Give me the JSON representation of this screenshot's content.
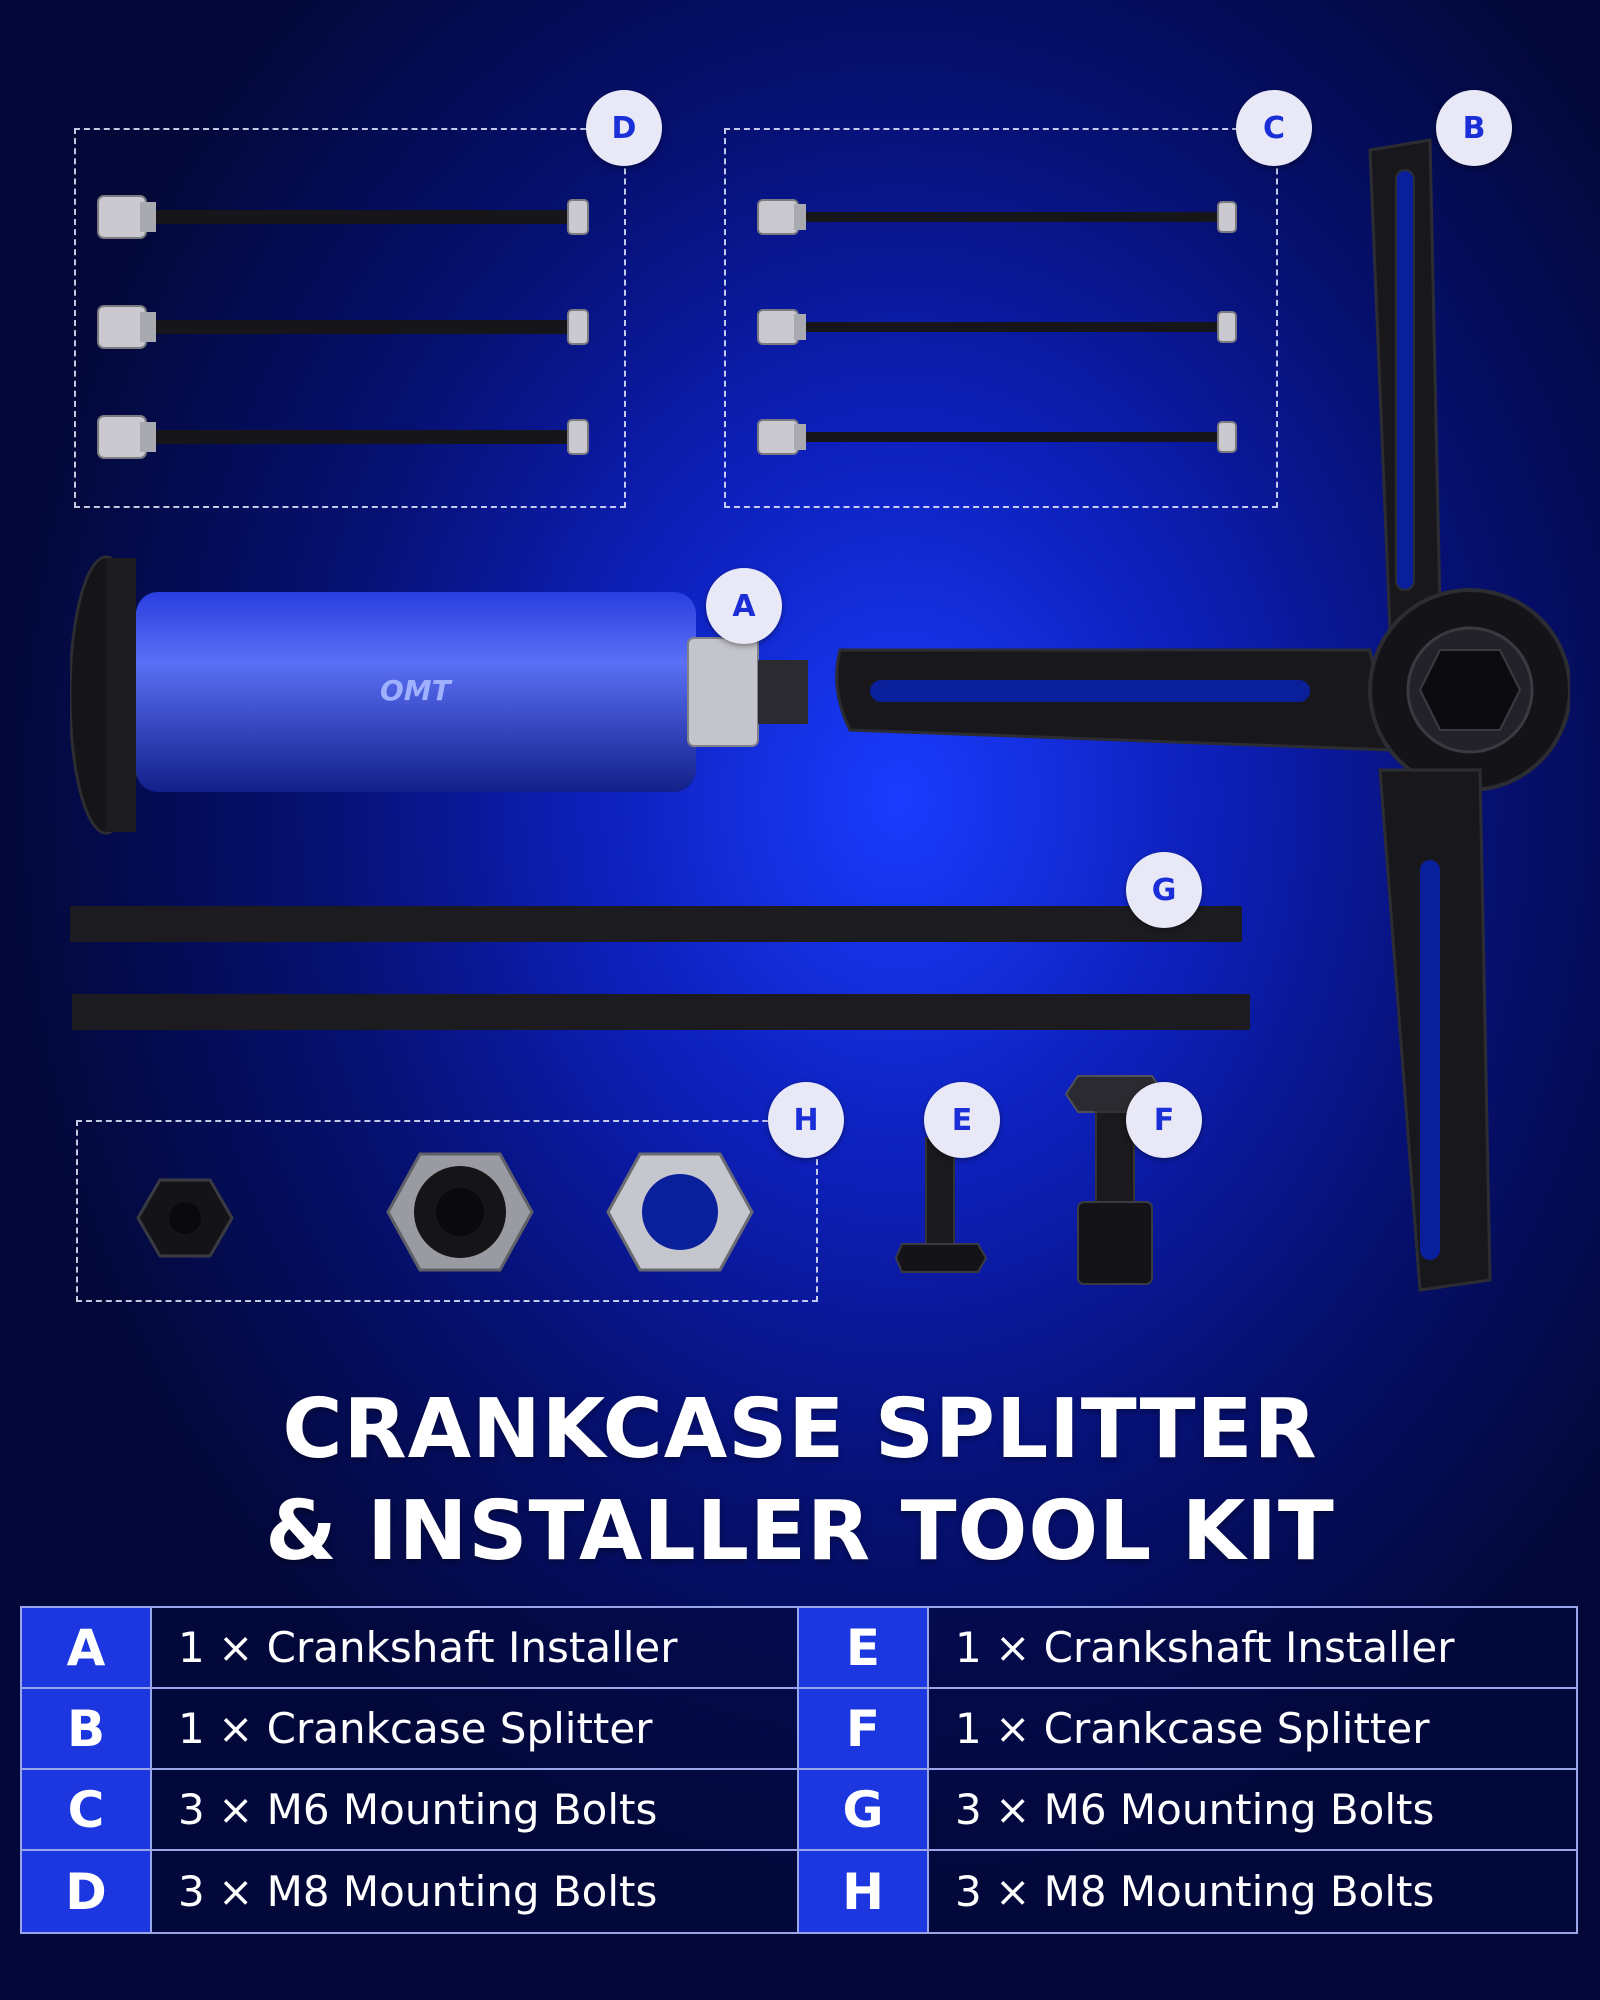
{
  "badges": {
    "a": "A",
    "b": "B",
    "c": "C",
    "d": "D",
    "e": "E",
    "f": "F",
    "g": "G",
    "h": "H"
  },
  "logo_text": "OMT",
  "title": {
    "line1": "CRANKCASE SPLITTER",
    "line2": "& INSTALLER TOOL KIT"
  },
  "parts_table": {
    "rows": [
      {
        "left_letter": "A",
        "left_desc": "1 × Crankshaft Installer",
        "right_letter": "E",
        "right_desc": "1 × Crankshaft Installer"
      },
      {
        "left_letter": "B",
        "left_desc": "1 × Crankcase Splitter",
        "right_letter": "F",
        "right_desc": "1 × Crankcase Splitter"
      },
      {
        "left_letter": "C",
        "left_desc": "3 × M6 Mounting Bolts",
        "right_letter": "G",
        "right_desc": "3 × M6 Mounting Bolts"
      },
      {
        "left_letter": "D",
        "left_desc": "3 × M8 Mounting Bolts",
        "right_letter": "H",
        "right_desc": "3 × M8 Mounting Bolts"
      }
    ]
  },
  "colors": {
    "accent": "#1d37e0",
    "badge_bg": "#e8e8f6",
    "badge_text": "#1a2fd8",
    "tool_black": "#1a1a1f"
  }
}
